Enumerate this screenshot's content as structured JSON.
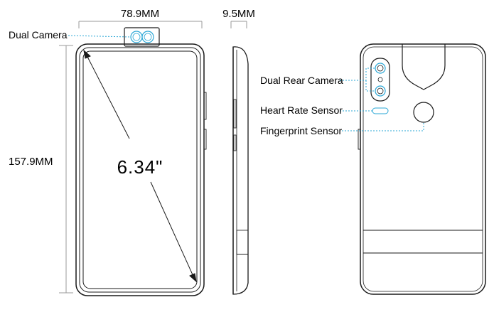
{
  "labels": {
    "width": "78.9MM",
    "thickness": "9.5MM",
    "height": "157.9MM",
    "diagonal": "6.34\"",
    "dual_camera": "Dual Camera",
    "dual_rear_camera": "Dual Rear Camera",
    "heart_rate_sensor": "Heart Rate Sensor",
    "fingerprint_sensor": "Fingerprint Sensor"
  },
  "colors": {
    "outline": "#1a1a1a",
    "dimension_line": "#9a9a9a",
    "callout_line": "#2aa7d6",
    "highlight_ring": "#2aa7d6"
  }
}
